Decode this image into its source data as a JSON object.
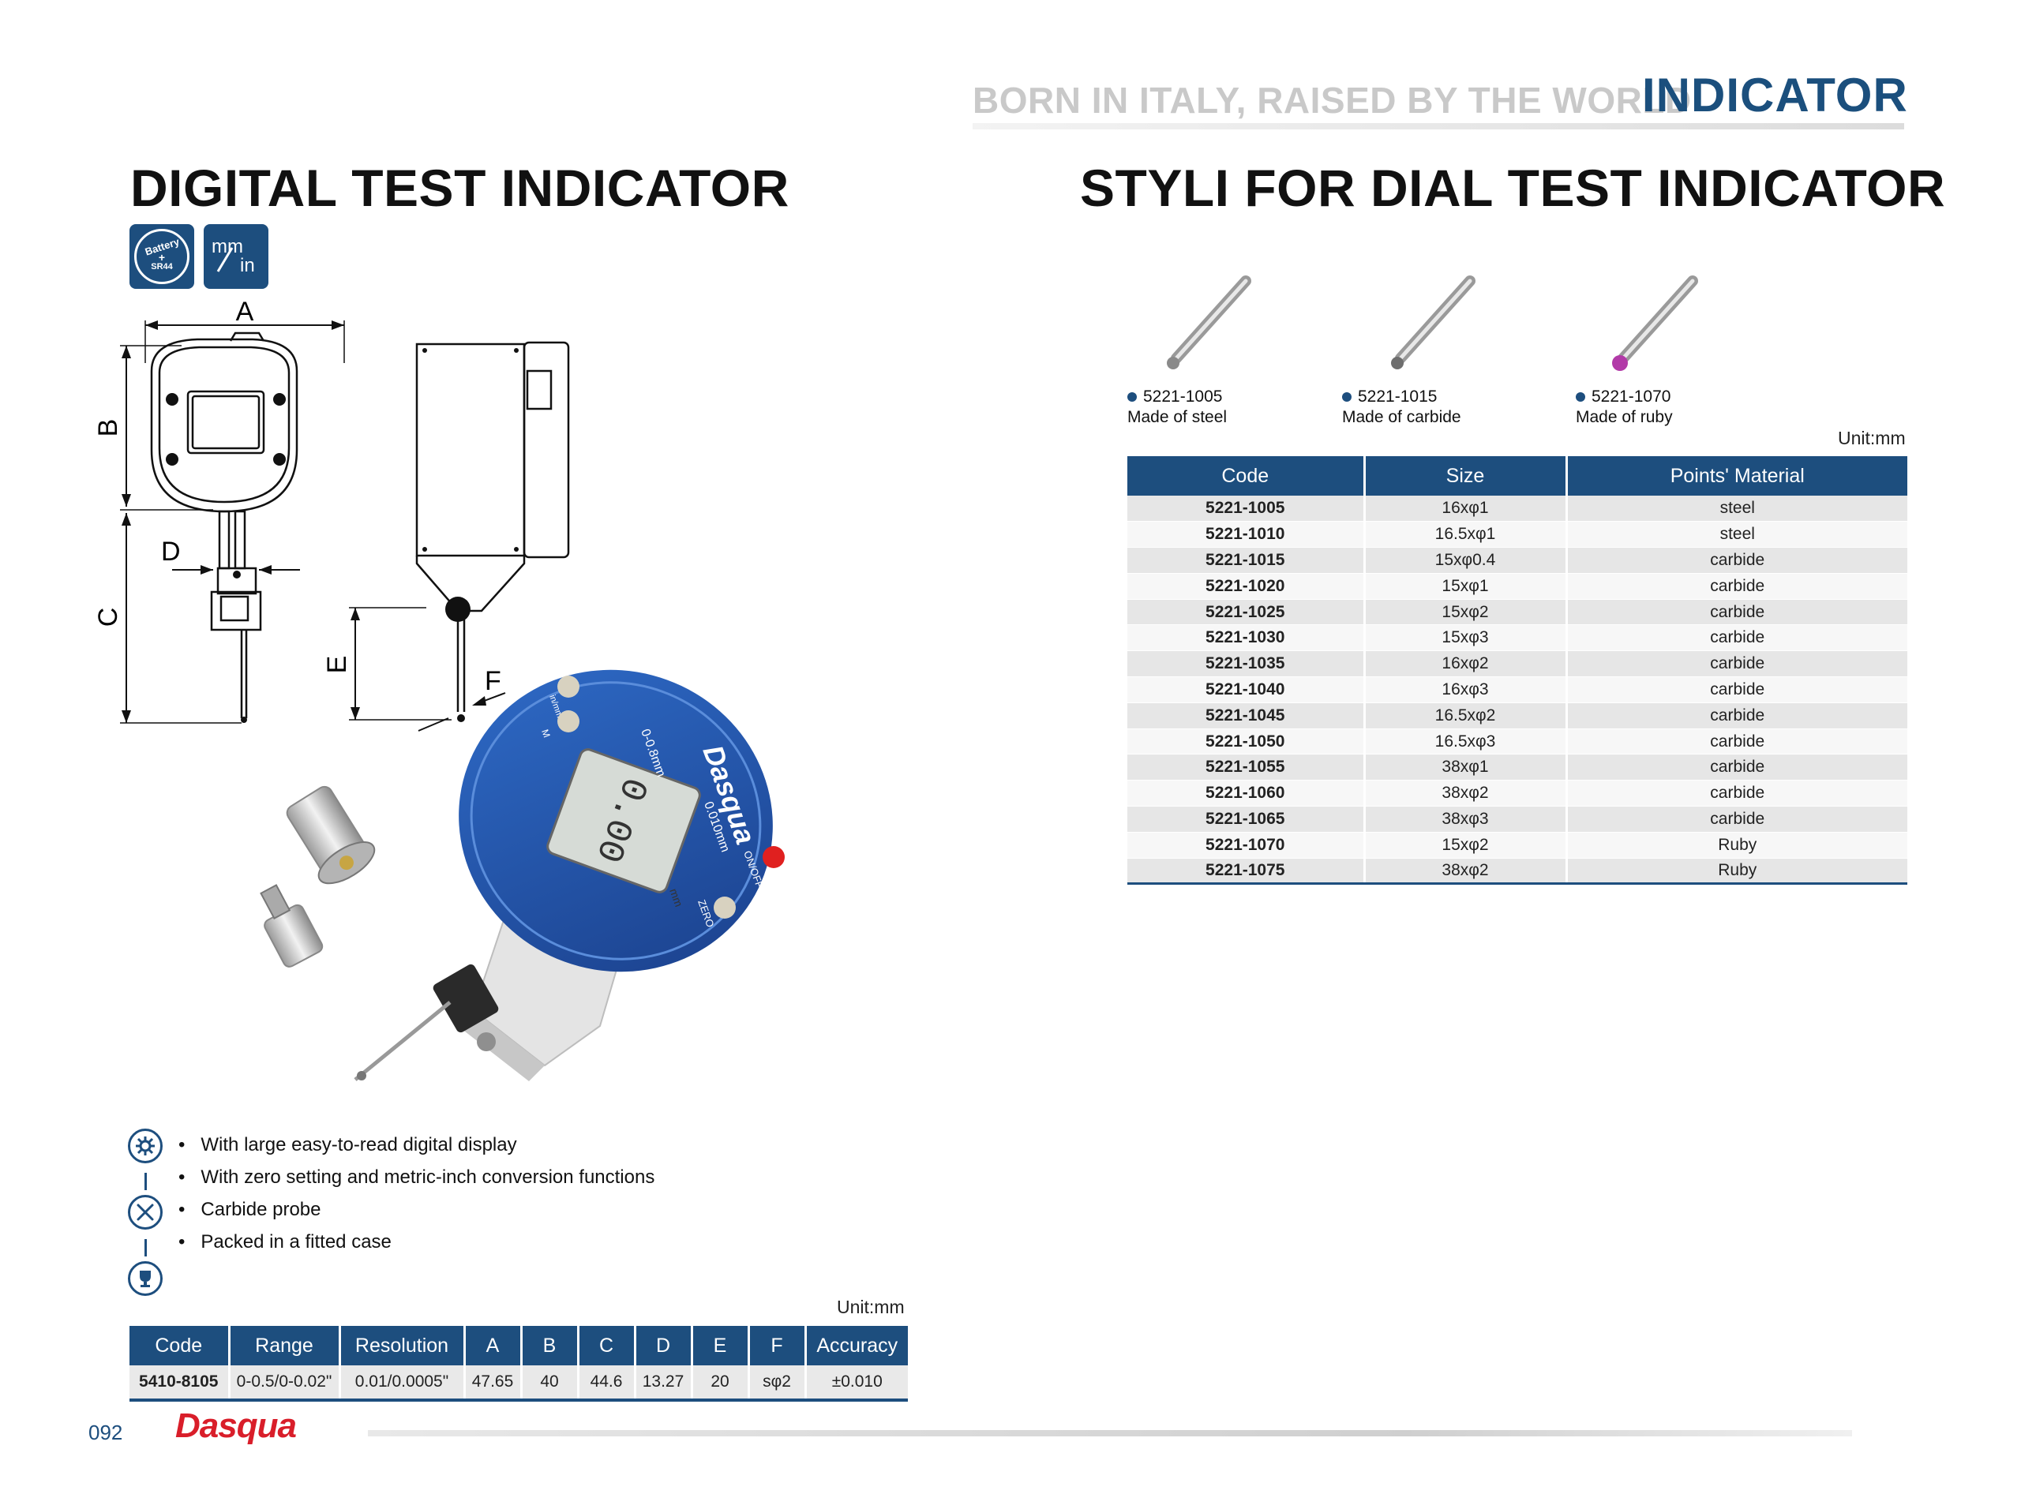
{
  "header": {
    "tagline": "BORN IN ITALY, RAISED BY THE WORLD",
    "category": "INDICATOR"
  },
  "left": {
    "title": "DIGITAL TEST INDICATOR",
    "spec_icons": {
      "battery_text": "Battery",
      "battery_plus": "+",
      "battery_type": "SR44",
      "unit_top": "mm",
      "unit_bottom": "in"
    },
    "diagram_labels": {
      "a": "A",
      "b": "B",
      "c": "C",
      "d": "D",
      "e": "E",
      "f": "F"
    },
    "product_photo_text": {
      "brand": "Dasqua",
      "range": "0-0.8mm",
      "resolution": "0.010mm",
      "display": "0.00",
      "unit": "mm",
      "btn_onoff": "ON/OFF",
      "btn_zero": "ZERO",
      "btn_m": "M",
      "btn_inmm": "in/mm"
    },
    "features": [
      "With large easy-to-read digital display",
      "With zero setting and metric-inch conversion functions",
      "Carbide probe",
      "Packed in a fitted case"
    ],
    "unit": "Unit:mm",
    "spec_table": {
      "headers": [
        "Code",
        "Range",
        "Resolution",
        "A",
        "B",
        "C",
        "D",
        "E",
        "F",
        "Accuracy"
      ],
      "row": [
        "5410-8105",
        "0-0.5/0-0.02\"",
        "0.01/0.0005\"",
        "47.65",
        "40",
        "44.6",
        "13.27",
        "20",
        "sφ2",
        "±0.010"
      ]
    }
  },
  "right": {
    "title": "STYLI FOR DIAL TEST INDICATOR",
    "styli": [
      {
        "code": "5221-1005",
        "material": "Made of steel",
        "tip_color": "#8a8a8a"
      },
      {
        "code": "5221-1015",
        "material": "Made of carbide",
        "tip_color": "#6e6e6e"
      },
      {
        "code": "5221-1070",
        "material": "Made of ruby",
        "tip_color": "#b23aa8"
      }
    ],
    "unit": "Unit:mm",
    "table": {
      "headers": [
        "Code",
        "Size",
        "Points' Material"
      ],
      "rows": [
        [
          "5221-1005",
          "16xφ1",
          "steel"
        ],
        [
          "5221-1010",
          "16.5xφ1",
          "steel"
        ],
        [
          "5221-1015",
          "15xφ0.4",
          "carbide"
        ],
        [
          "5221-1020",
          "15xφ1",
          "carbide"
        ],
        [
          "5221-1025",
          "15xφ2",
          "carbide"
        ],
        [
          "5221-1030",
          "15xφ3",
          "carbide"
        ],
        [
          "5221-1035",
          "16xφ2",
          "carbide"
        ],
        [
          "5221-1040",
          "16xφ3",
          "carbide"
        ],
        [
          "5221-1045",
          "16.5xφ2",
          "carbide"
        ],
        [
          "5221-1050",
          "16.5xφ3",
          "carbide"
        ],
        [
          "5221-1055",
          "38xφ1",
          "carbide"
        ],
        [
          "5221-1060",
          "38xφ2",
          "carbide"
        ],
        [
          "5221-1065",
          "38xφ3",
          "carbide"
        ],
        [
          "5221-1070",
          "15xφ2",
          "Ruby"
        ],
        [
          "5221-1075",
          "38xφ2",
          "Ruby"
        ]
      ]
    }
  },
  "footer": {
    "page_number": "092",
    "logo": "Dasqua"
  },
  "colors": {
    "brand_blue": "#1d4e7e",
    "logo_red": "#d91e2a",
    "tagline_gray": "#c9c9c9"
  }
}
